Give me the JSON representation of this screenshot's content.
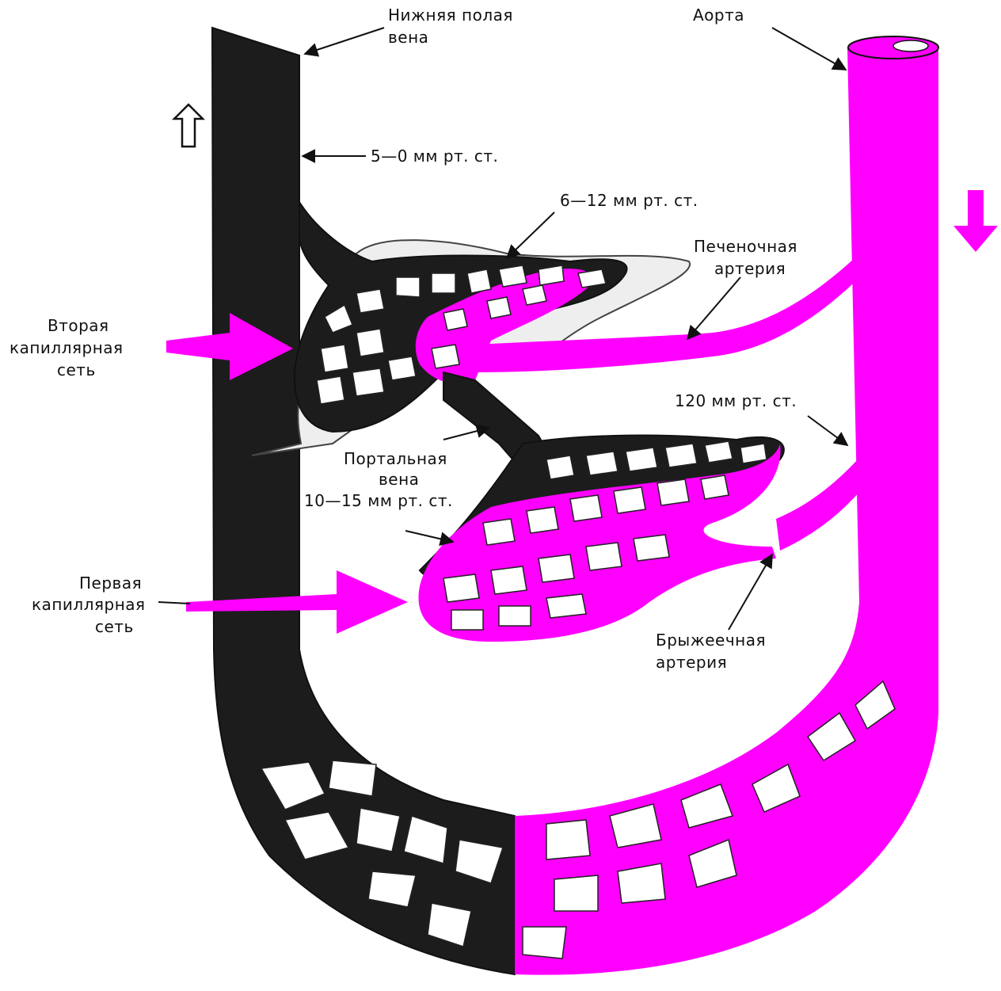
{
  "colors": {
    "vein": "#1c1c1c",
    "artery": "#ff00ff",
    "background": "#ffffff",
    "liver_outline": "#d8d8d8"
  },
  "labels": {
    "ivc": [
      "Нижняя полая",
      "вена"
    ],
    "aorta": "Аорта",
    "ivc_pressure": "5—0 мм рт. ст.",
    "liver_pressure": "6—12 мм рт. ст.",
    "hepatic_artery": [
      "Печеночная",
      "артерия"
    ],
    "second_network": [
      "Вторая",
      "капиллярная",
      "сеть"
    ],
    "aorta_pressure": "120 мм рт. ст.",
    "portal_vein": [
      "Портальная",
      "вена"
    ],
    "portal_pressure": "10—15 мм рт. ст.",
    "first_network": [
      "Первая",
      "капиллярная",
      "сеть"
    ],
    "mesenteric_artery": [
      "Брыжеечная",
      "артерия"
    ]
  },
  "icons": {
    "flow_up": "arrow-up-icon",
    "flow_down": "arrow-down-icon",
    "pointer_second": "arrow-right-icon",
    "pointer_first": "arrow-right-icon"
  }
}
